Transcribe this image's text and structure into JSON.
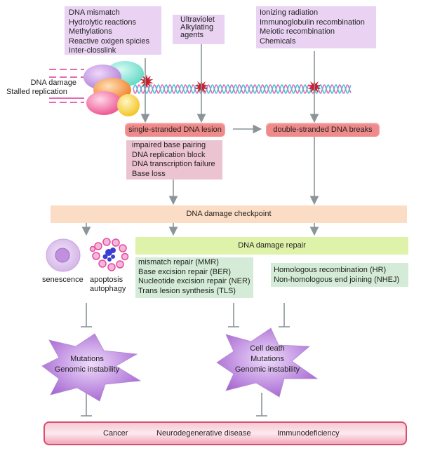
{
  "sources": {
    "box1": [
      "DNA mismatch",
      "Hydrolytic reactions",
      "Methylations",
      "Reactive oxigen spicies",
      "Inter-closslink"
    ],
    "box2": [
      "Ultraviolet",
      "Alkylating",
      "agents"
    ],
    "box3": [
      "Ionizing radiation",
      "Immunoglobulin recombination",
      "Meiotic recombination",
      "Chemicals"
    ]
  },
  "left_label": [
    "DNA damage",
    "Stalled replication"
  ],
  "lesions": {
    "single": "single-stranded DNA lesion",
    "double": "double-stranded DNA breaks"
  },
  "consequences": [
    "impaired base pairing",
    "DNA replication block",
    "DNA transcription failure",
    "Base loss"
  ],
  "checkpoint": "DNA damage checkpoint",
  "repair_title": "DNA damage repair",
  "repair_ss": [
    "mismatch repair (MMR)",
    "Base excision repair (BER)",
    "Nucleotide excision repair (NER)",
    "Trans lesion synthesis (TLS)"
  ],
  "repair_ds": [
    "Homologous recombination (HR)",
    "Non-homologous end joining (NHEJ)"
  ],
  "cell_fates": {
    "senescence": "senescence",
    "apoptosis": [
      "apoptosis",
      "autophagy"
    ]
  },
  "star_left": [
    "Mutations",
    "Genomic instability"
  ],
  "star_right": [
    "Cell death",
    "Mutations",
    "Genomic instability"
  ],
  "diseases": [
    "Cancer",
    "Neurodegenerative disease",
    "Immunodeficiency"
  ],
  "colors": {
    "arrow": "#8a9499",
    "star": "#a86ad3",
    "lesion": "#f08a8a",
    "burst": "#cc1f2e"
  }
}
